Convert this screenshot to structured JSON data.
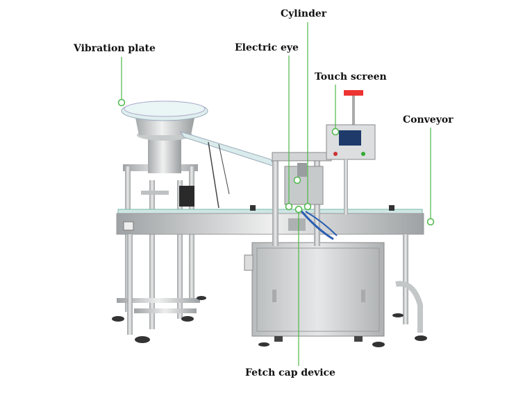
{
  "labels": {
    "cylinder": "Cylinder",
    "vibration_plate": "Vibration plate",
    "electric_eye": "Electric eye",
    "touch_screen": "Touch screen",
    "conveyor": "Conveyor",
    "fetch_cap_device": "Fetch cap device"
  },
  "colors": {
    "leader_line": "#4cb848",
    "steel": "#c9cbcc",
    "steel_dark": "#8e9193",
    "guard_glass": "#d7ecec"
  }
}
